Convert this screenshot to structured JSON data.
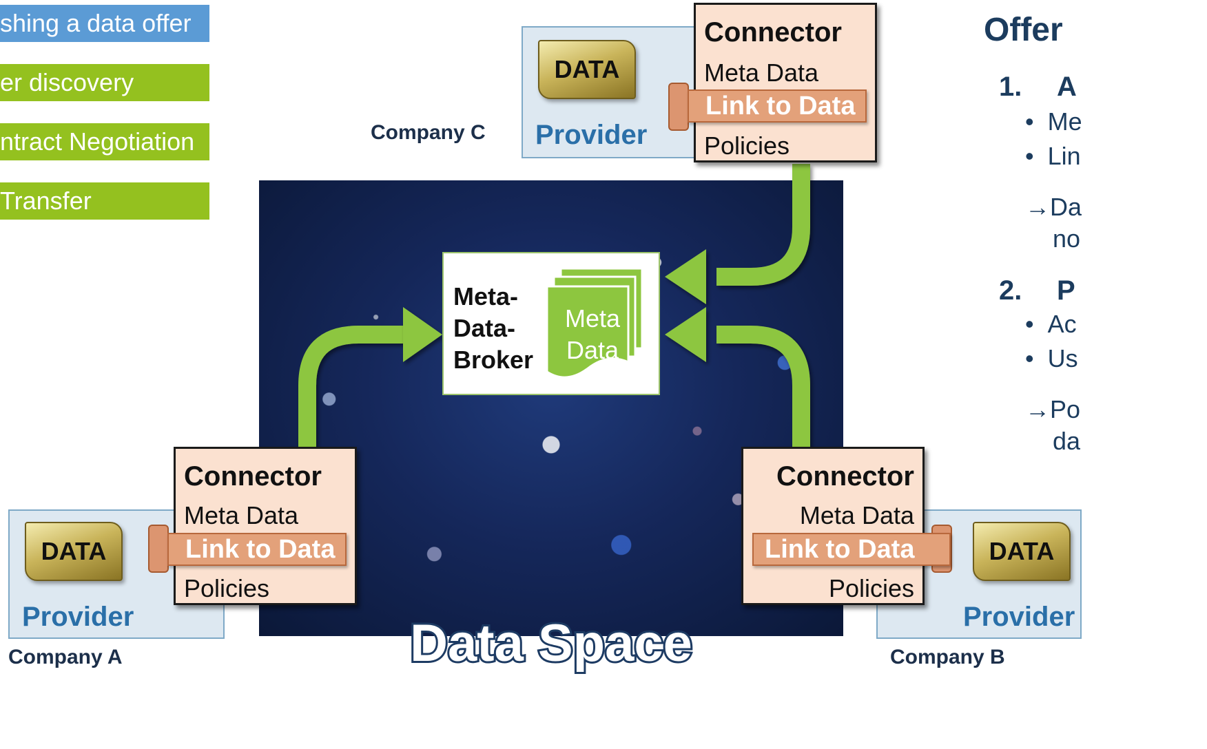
{
  "process_tabs": [
    {
      "label": "shing a data offer",
      "color": "#5b9bd5"
    },
    {
      "label": "er discovery",
      "color": "#94c11f"
    },
    {
      "label": "ntract Negotiation",
      "color": "#94c11f"
    },
    {
      "label": "Transfer",
      "color": "#94c11f"
    }
  ],
  "providers": {
    "c": {
      "company": "Company C",
      "provider": "Provider",
      "data": "DATA"
    },
    "a": {
      "company": "Company A",
      "provider": "Provider",
      "data": "DATA"
    },
    "b": {
      "company": "Company B",
      "provider": "Provider",
      "data": "DATA"
    }
  },
  "connector": {
    "title": "Connector",
    "meta": "Meta Data",
    "link": "Link to Data",
    "policies": "Policies"
  },
  "broker": {
    "label_lines": [
      "Meta-",
      "Data-",
      "Broker"
    ],
    "doc_lines": [
      "Meta",
      "Data"
    ]
  },
  "space_label": "Data Space",
  "right_panel": {
    "heading": "Offer",
    "item1_num": "1.",
    "item1_head": "A",
    "item1_bullets": [
      "Me",
      "Lin"
    ],
    "item1_arrow": [
      "→Da",
      "no"
    ],
    "item2_num": "2.",
    "item2_head": "P",
    "item2_bullets": [
      "Ac",
      "Us"
    ],
    "item2_arrow": [
      "→Po",
      "da"
    ]
  },
  "colors": {
    "arrow_green": "#8dc63f",
    "provider_blue": "#2a6fa8",
    "connector_fill": "#fbe1d0",
    "link_fill": "#e3a17a"
  }
}
